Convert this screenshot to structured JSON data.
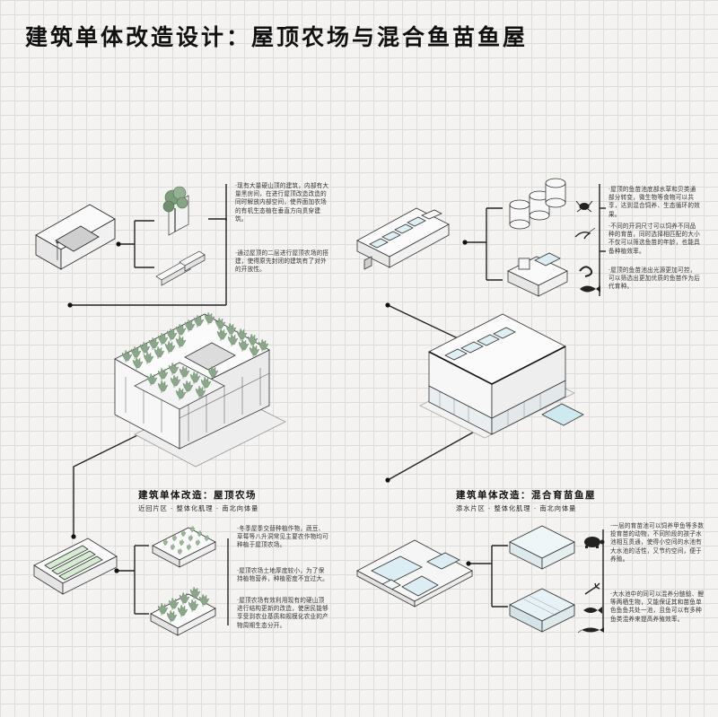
{
  "title": "建筑单体改造设计：屋顶农场与混合鱼苗鱼屋",
  "left_top_notes": [
    "·现有大量硬山顶的建筑，内部有大量黑房间，在进行屋顶改造改造的同时解放内部空间，使界面加农场的有机生态植在垂直方向贯穿建筑。",
    "·通过屋顶的二层进行屋顶农场的搭建，使得原先封闭的建筑有了对外的开放性。"
  ],
  "right_top_notes": [
    "·屋顶的鱼苗池底部水草和贝类通部分转变，微生物等食物可以共享，达到混合饲养、生态循环的效果。",
    "·不同的开洞尺寸可以饲养不同品种的育苗，同时选择相匹配的大小不仅可以筛选鱼苗的年龄，也能具备种植效率。",
    "·屋顶的鱼苗池出光源更加可控，可以筛选出更加优质的鱼苗作为后代育种。"
  ],
  "section_left": {
    "title": "建筑单体改造：屋顶农场",
    "subtitle": "近回片区 · 整体化肌理 · 南北向体量",
    "notes": [
      "·冬季屋季交替种植作物，蔬豆、草莓等八升洞常见主要农作物均可种植于屋顶农场。",
      "·屋顶农场土地厚度较小，为了保持植物营养，种植密度不宜过大。",
      "·屋顶农场有效利用现有的硬山顶进行结构更新的改造，使居民能够享受到农业基质和规模化农业的产物周期生态分开。"
    ]
  },
  "section_right": {
    "title": "建筑单体改造：混合育苗鱼屋",
    "subtitle": "添水片区 · 整体化肌理 · 南北向体量",
    "notes": [
      "·一层的育苗池可以饲养甲鱼等多数投育苗的动物，不同阶段的孩子水池相互贯通，使得小空间的水池有大水池的活性，又节约空间，便于养殖。",
      "·大水池中的同可以混养分鲢鲶、鲤等两栖生物，又能保证其和苗鱼单色鱼鱼共处一池，且鱼可以有多种鱼类混养来提高养殖效率。"
    ]
  },
  "icons": [
    "tree-icon",
    "crab-icon",
    "shrimp-icon",
    "eel-icon",
    "fish-icon",
    "turtle-icon",
    "crayfish-icon",
    "carp-icon",
    "catfish-icon"
  ]
}
